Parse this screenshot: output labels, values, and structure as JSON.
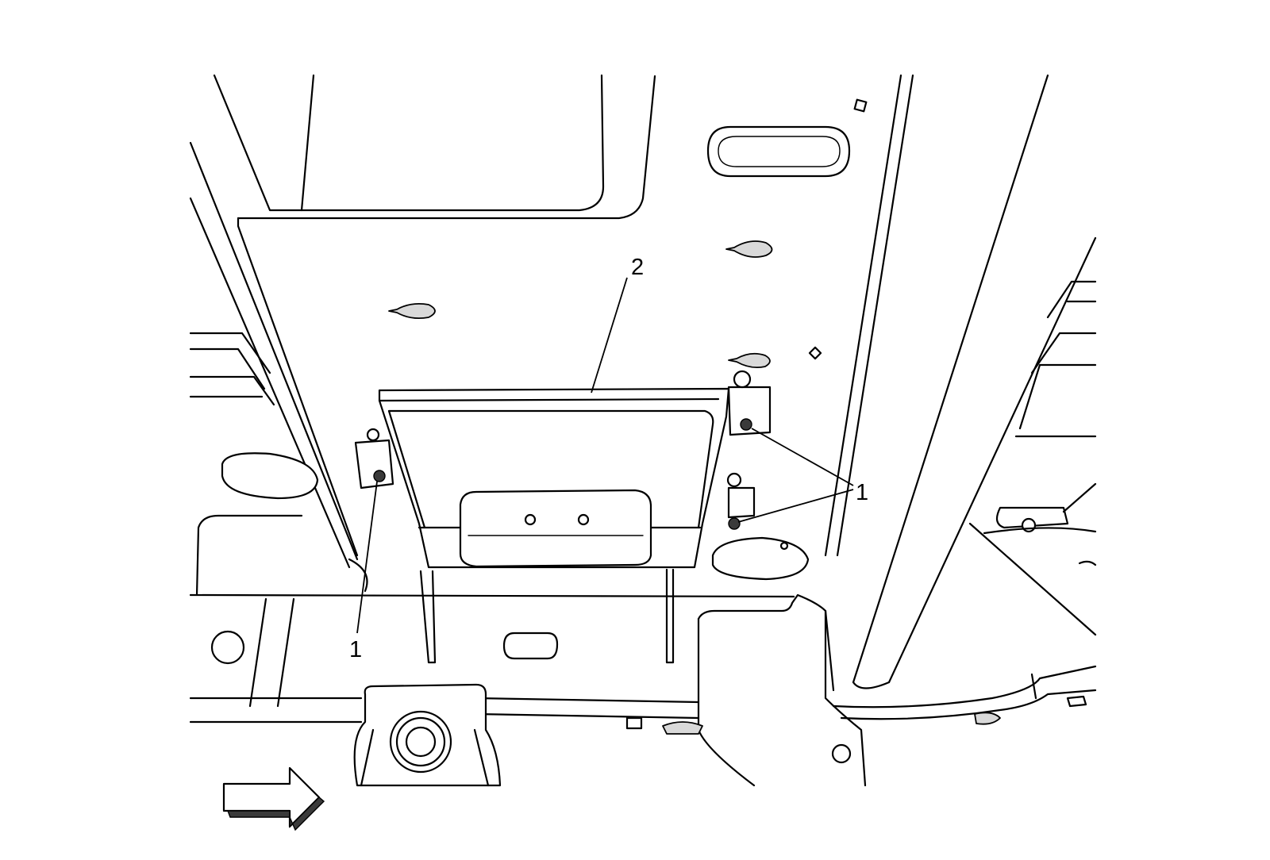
{
  "callouts": [
    {
      "id": "fastener-bottom-left",
      "label": "1"
    },
    {
      "id": "fasteners-right",
      "label": "1"
    },
    {
      "id": "module",
      "label": "2"
    }
  ],
  "icons": {
    "direction": "forward-arrow-icon"
  }
}
